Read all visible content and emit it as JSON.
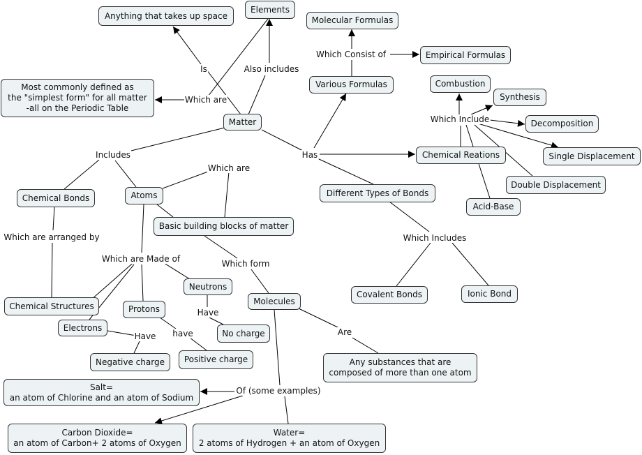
{
  "nodes": {
    "anything": "Anything that takes up space",
    "elements": "Elements",
    "simplest": "Most commonly defined as\nthe \"simplest form\" for all matter\n-all on the Periodic Table",
    "matter": "Matter",
    "molecular_formulas": "Molecular Formulas",
    "empirical_formulas": "Empirical Formulas",
    "various_formulas": "Various Formulas",
    "combustion": "Combustion",
    "synthesis": "Synthesis",
    "decomposition": "Decomposition",
    "chemical_reations": "Chemical Reations",
    "single_displacement": "Single Displacement",
    "double_displacement": "Double Displacement",
    "acid_base": "Acid-Base",
    "chemical_bonds": "Chemical Bonds",
    "atoms": "Atoms",
    "basic_blocks": "Basic building blocks of matter",
    "different_bonds": "Different Types of Bonds",
    "chemical_structures": "Chemical Structures",
    "neutrons": "Neutrons",
    "protons": "Protons",
    "electrons": "Electrons",
    "molecules": "Molecules",
    "no_charge": "No charge",
    "covalent_bonds": "Covalent Bonds",
    "ionic_bond": "Ionic Bond",
    "negative_charge": "Negative charge",
    "positive_charge": "Positive charge",
    "any_substances": "Any substances that are\ncomposed of more than one atom",
    "salt": "Salt=\nan atom of Chlorine and an atom of Sodium",
    "carbon_dioxide": "Carbon Dioxide=\nan atom of Carbon+ 2 atoms of Oxygen",
    "water": "Water=\n2 atoms of Hydrogen + an atom of Oxygen"
  },
  "links": {
    "is": "Is",
    "also_includes": "Also includes",
    "which_are_1": "Which are",
    "which_consist_of": "Which Consist of",
    "which_include": "Which Include",
    "includes": "Includes",
    "has": "Has",
    "which_are_2": "Which are",
    "which_are_arranged_by": "Which are arranged by",
    "which_are_made_of": "Which are Made of",
    "which_form": "Which form",
    "which_includes": "Which Includes",
    "have_1": "Have",
    "have_2": "Have",
    "have_3": "have",
    "are": "Are",
    "of_some_examples": "Of (some examples)"
  }
}
